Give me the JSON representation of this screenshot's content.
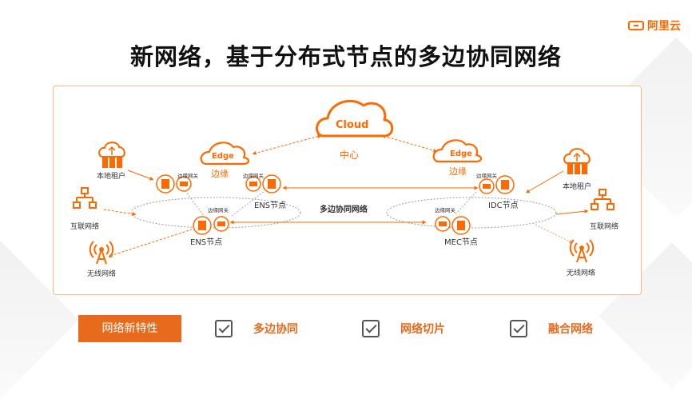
{
  "brand": {
    "logo_text": "阿里云"
  },
  "title": "新网络，基于分布式节点的多边协同网络",
  "diagram": {
    "cloud_word": "Cloud",
    "center_label": "中心",
    "edge_word": "Edge",
    "edge_label": "边缘",
    "gateway_label": "边缘网关",
    "collab_label": "多边协同网络",
    "left_tenant": "本地租户",
    "right_tenant": "本地租户",
    "left_internet": "互联网络",
    "right_internet": "互联网络",
    "left_wireless": "无线网络",
    "right_wireless": "无线网络",
    "ens_node_top": "ENS节点",
    "ens_node_bottom": "ENS节点",
    "idc_node": "IDC节点",
    "mec_node": "MEC节点"
  },
  "features": {
    "header": "网络新特性",
    "items": [
      "多边协同",
      "网络切片",
      "融合网络"
    ]
  },
  "colors": {
    "accent": "#ff6a00",
    "header_bg": "#e86a1d",
    "frame_border": "#f6b98a"
  }
}
